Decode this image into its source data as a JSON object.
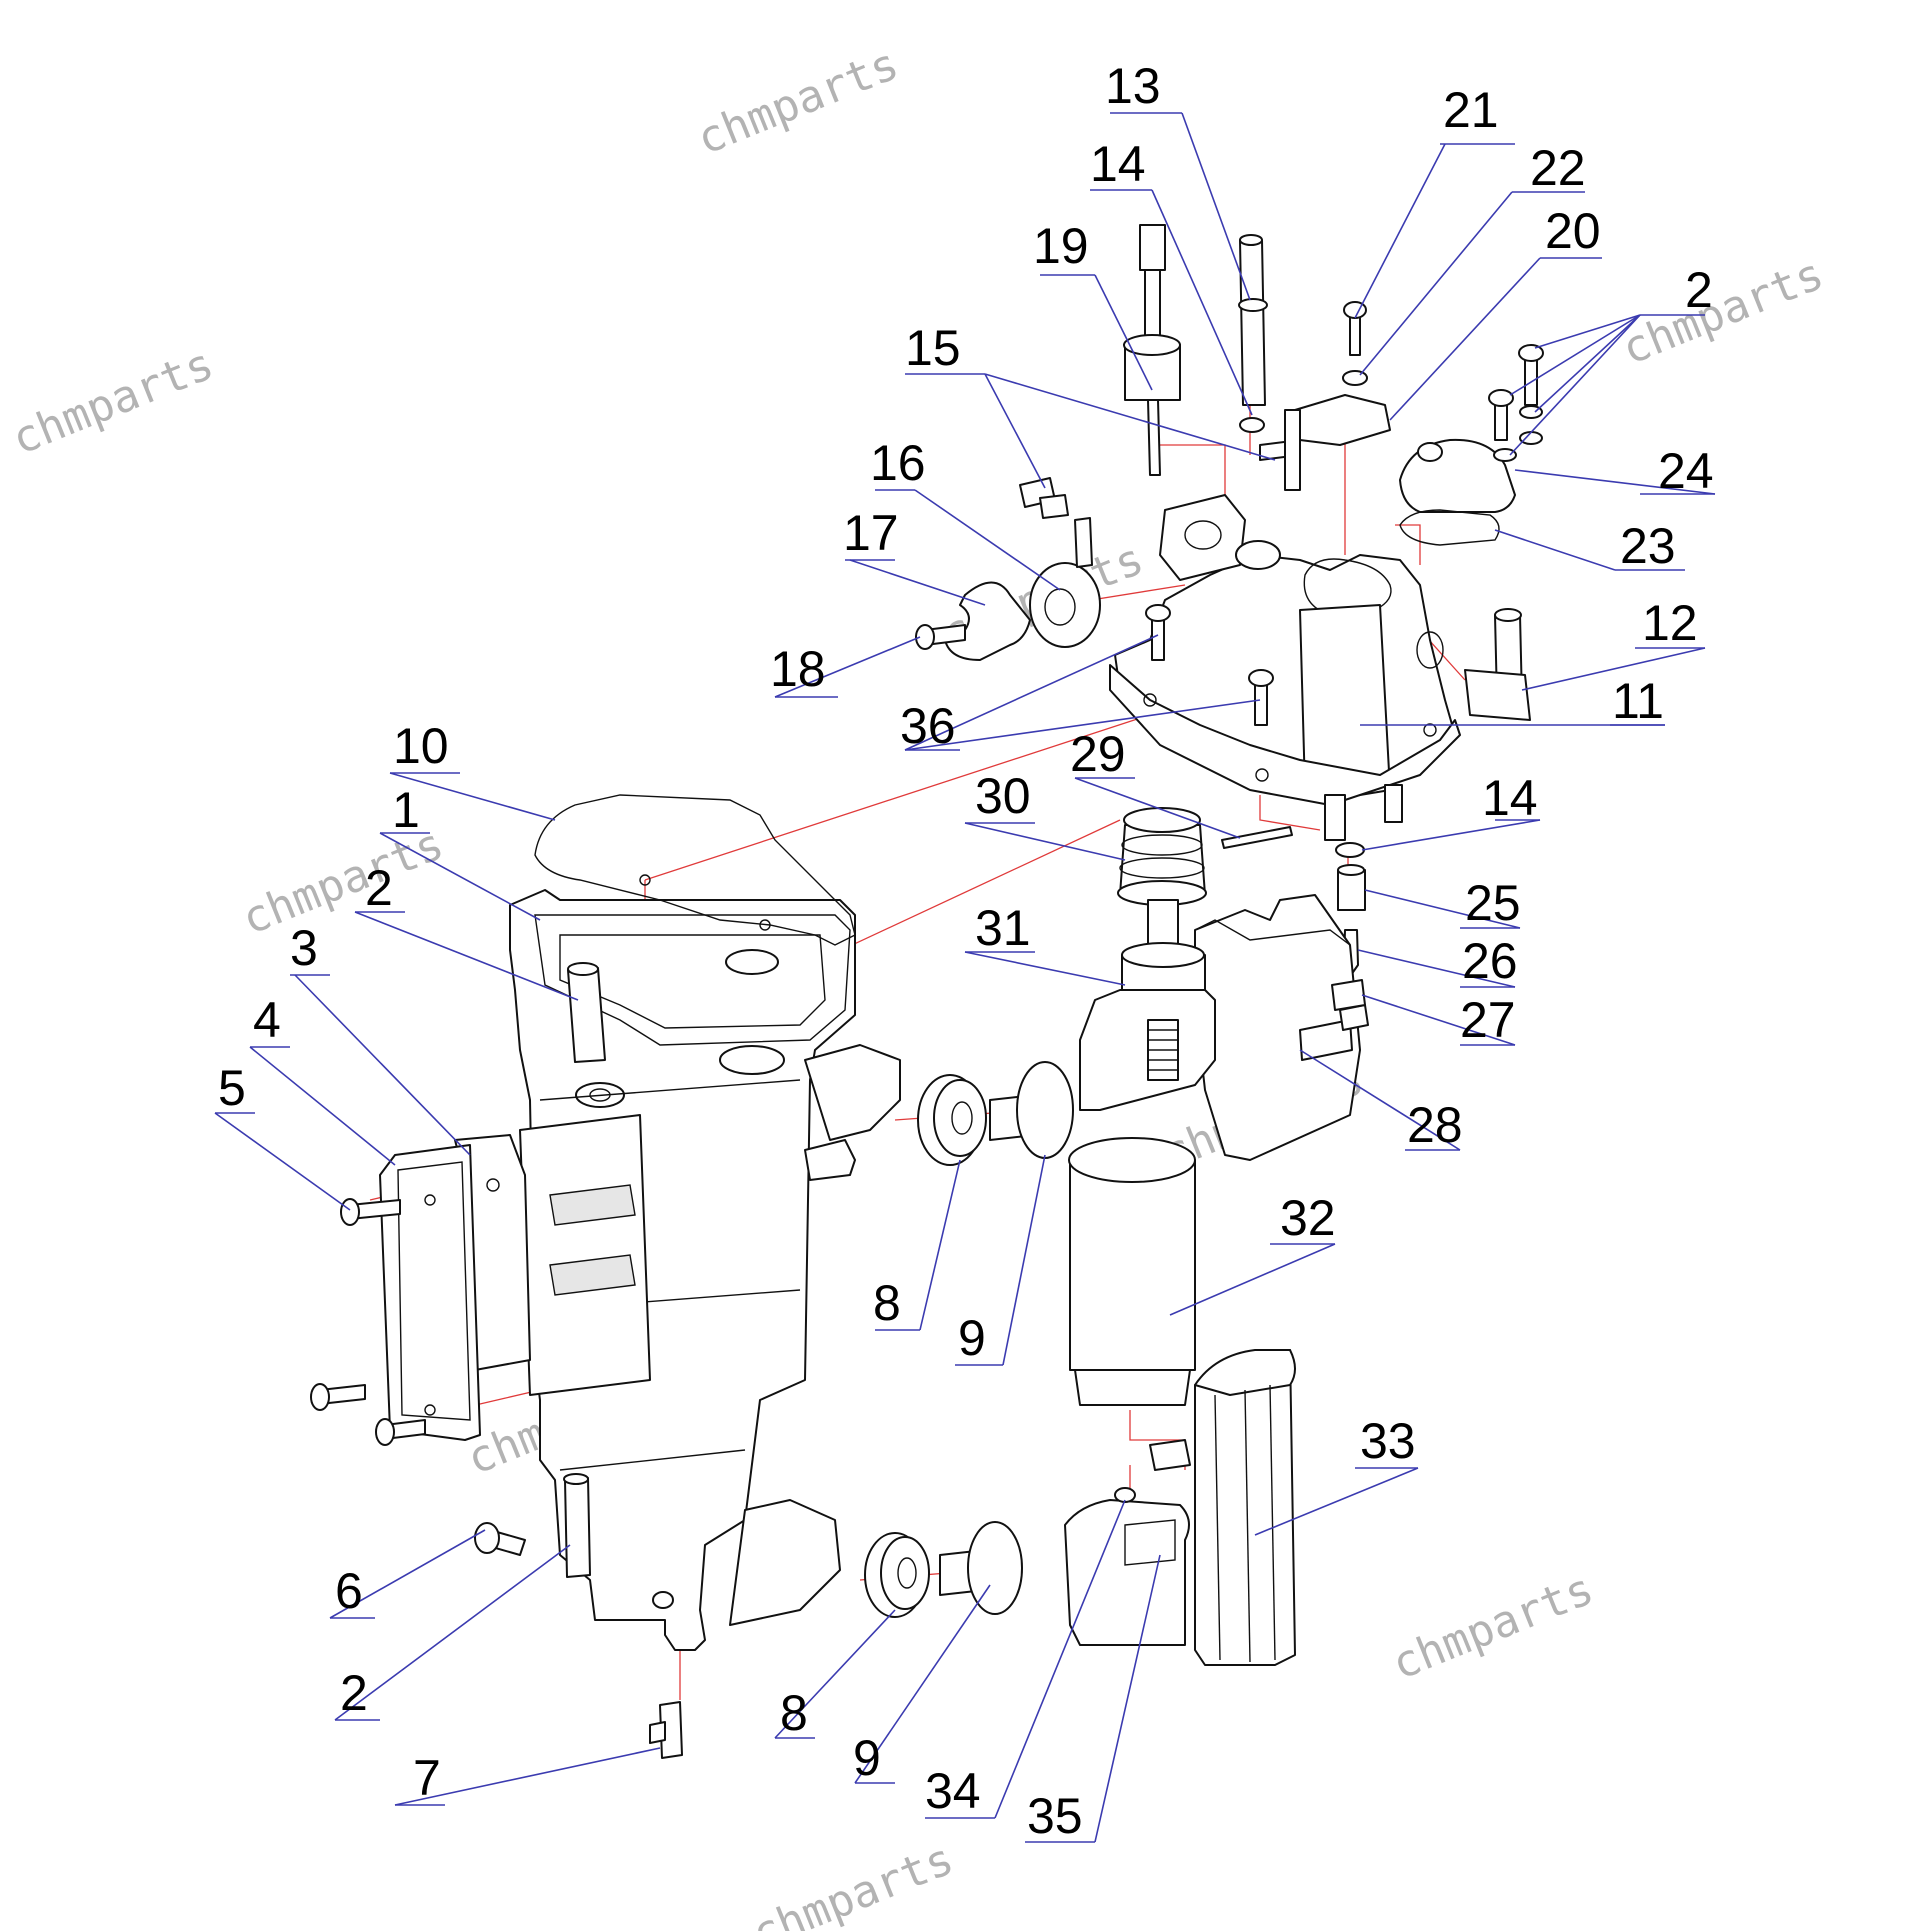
{
  "watermark_text": "chmparts",
  "callouts": [
    {
      "id": "c13",
      "label": "13"
    },
    {
      "id": "c21",
      "label": "21"
    },
    {
      "id": "c14a",
      "label": "14"
    },
    {
      "id": "c22",
      "label": "22"
    },
    {
      "id": "c20",
      "label": "20"
    },
    {
      "id": "c19",
      "label": "19"
    },
    {
      "id": "c2a",
      "label": "2"
    },
    {
      "id": "c15",
      "label": "15"
    },
    {
      "id": "c24",
      "label": "24"
    },
    {
      "id": "c16",
      "label": "16"
    },
    {
      "id": "c23",
      "label": "23"
    },
    {
      "id": "c17",
      "label": "17"
    },
    {
      "id": "c12",
      "label": "12"
    },
    {
      "id": "c18",
      "label": "18"
    },
    {
      "id": "c11",
      "label": "11"
    },
    {
      "id": "c36",
      "label": "36"
    },
    {
      "id": "c10",
      "label": "10"
    },
    {
      "id": "c29",
      "label": "29"
    },
    {
      "id": "c14b",
      "label": "14"
    },
    {
      "id": "c30",
      "label": "30"
    },
    {
      "id": "c1",
      "label": "1"
    },
    {
      "id": "c25",
      "label": "25"
    },
    {
      "id": "c2b",
      "label": "2"
    },
    {
      "id": "c31",
      "label": "31"
    },
    {
      "id": "c26",
      "label": "26"
    },
    {
      "id": "c3",
      "label": "3"
    },
    {
      "id": "c27",
      "label": "27"
    },
    {
      "id": "c4",
      "label": "4"
    },
    {
      "id": "c5",
      "label": "5"
    },
    {
      "id": "c28",
      "label": "28"
    },
    {
      "id": "c32",
      "label": "32"
    },
    {
      "id": "c8a",
      "label": "8"
    },
    {
      "id": "c9a",
      "label": "9"
    },
    {
      "id": "c33",
      "label": "33"
    },
    {
      "id": "c6",
      "label": "6"
    },
    {
      "id": "c2c",
      "label": "2"
    },
    {
      "id": "c8b",
      "label": "8"
    },
    {
      "id": "c9b",
      "label": "9"
    },
    {
      "id": "c7",
      "label": "7"
    },
    {
      "id": "c34",
      "label": "34"
    },
    {
      "id": "c35",
      "label": "35"
    }
  ],
  "colors": {
    "leader_line": "#3b3bb0",
    "center_line": "#e03a3a",
    "part_outline": "#111111",
    "watermark": "#9a9a9a"
  }
}
